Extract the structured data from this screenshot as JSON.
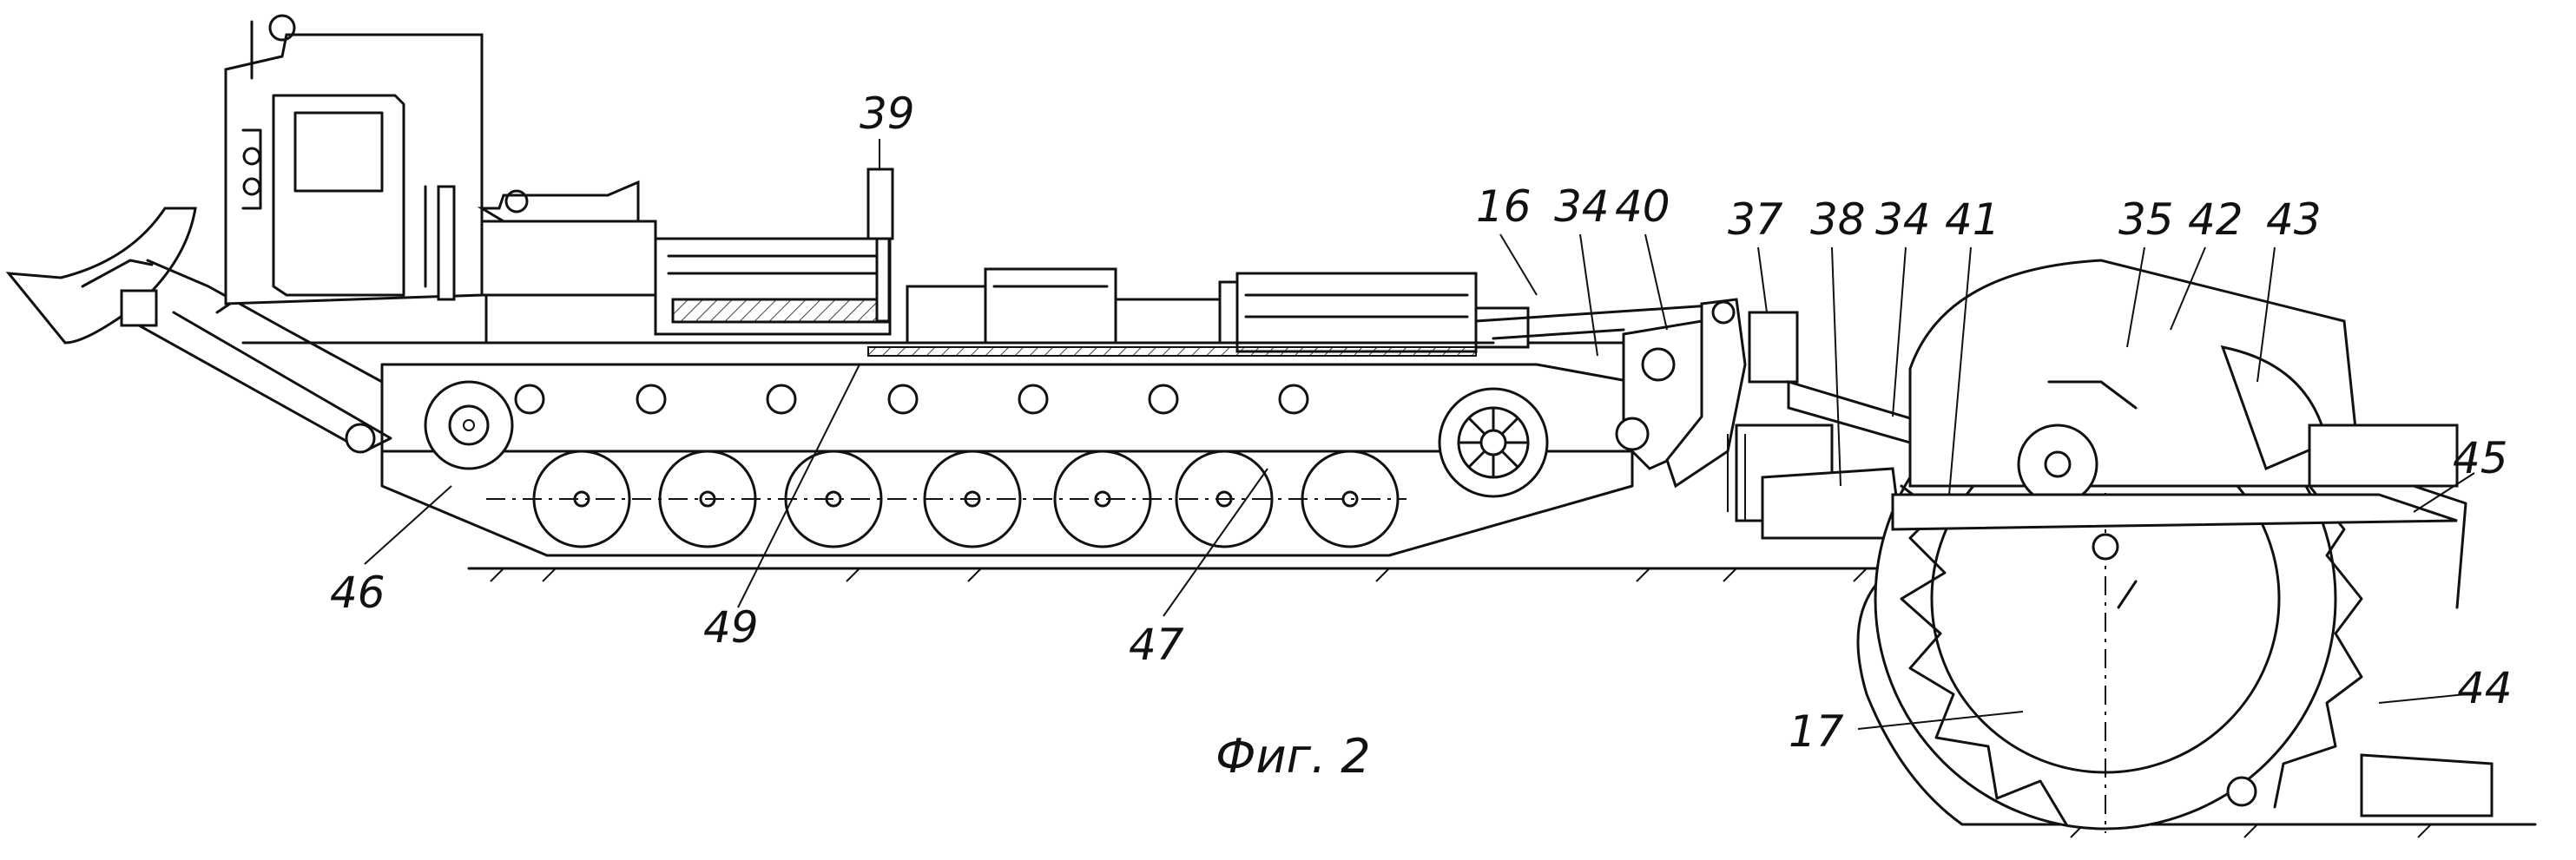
{
  "figure": {
    "caption": "Фиг. 2",
    "labels": [
      "39",
      "16",
      "34",
      "40",
      "37",
      "38",
      "34",
      "41",
      "35",
      "42",
      "43",
      "45",
      "44",
      "17",
      "46",
      "49",
      "47"
    ]
  }
}
